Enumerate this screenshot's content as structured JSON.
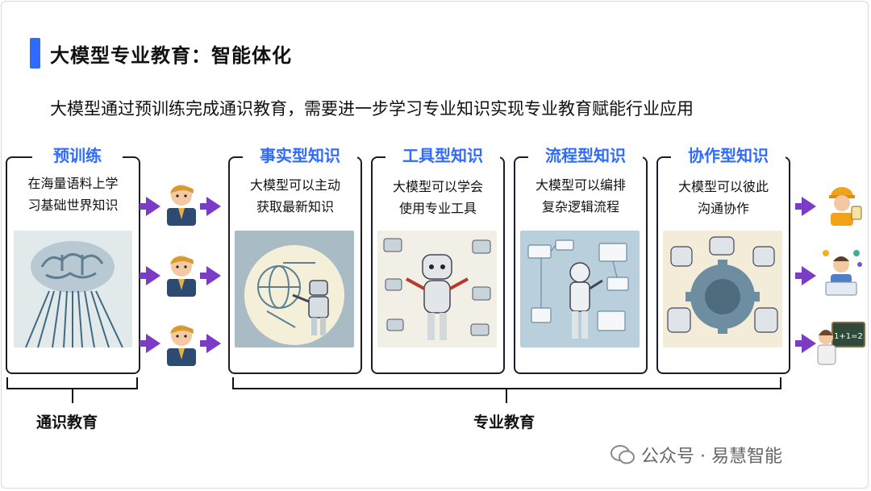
{
  "header": {
    "title": "大模型专业教育：智能体化",
    "subtitle": "大模型通过预训练完成通识教育，需要进一步学习专业知识实现专业教育赋能行业应用"
  },
  "cards": [
    {
      "title": "预训练",
      "desc_line1": "在海量语料上学",
      "desc_line2": "习基础世界知识"
    },
    {
      "title": "事实型知识",
      "desc_line1": "大模型可以主动",
      "desc_line2": "获取最新知识"
    },
    {
      "title": "工具型知识",
      "desc_line1": "大模型可以学会",
      "desc_line2": "使用专业工具"
    },
    {
      "title": "流程型知识",
      "desc_line1": "大模型可以编排",
      "desc_line2": "复杂逻辑流程"
    },
    {
      "title": "协作型知识",
      "desc_line1": "大模型可以彼此",
      "desc_line2": "沟通协作"
    }
  ],
  "bottom": {
    "general_label": "通识教育",
    "professional_label": "专业教育"
  },
  "right_icons": {
    "board_text": "1+1=2"
  },
  "watermark": {
    "text": "公众号 · 易慧智能"
  },
  "colors": {
    "accent_blue": "#2f6bff",
    "arrow_purple": "#7a3cc4"
  }
}
